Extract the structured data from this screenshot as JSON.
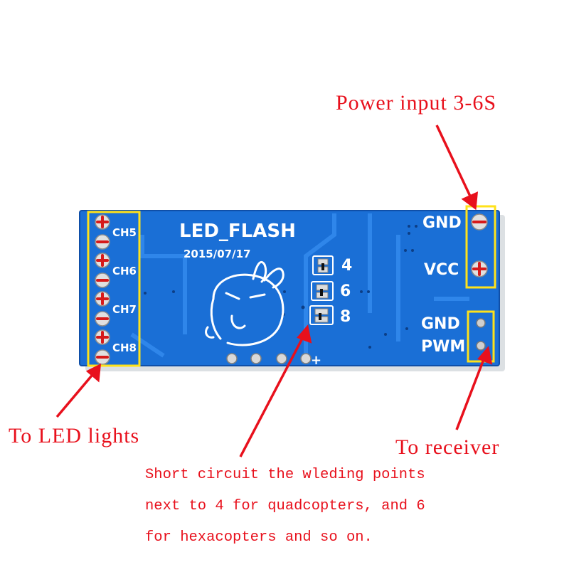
{
  "labels": {
    "power_input": "Power input 3-6S",
    "to_led_lights": "To LED lights",
    "to_receiver": "To receiver",
    "note_lines": [
      "Short circuit the wleding points",
      "next to 4 for quadcopters, and 6",
      "for hexacopters and so on."
    ]
  },
  "board": {
    "title": "LED_FLASH",
    "date": "2015/07/17",
    "channels": [
      "CH5",
      "CH6",
      "CH7",
      "CH8"
    ],
    "power_pins": [
      "GND",
      "VCC"
    ],
    "signal_pins": [
      "GND",
      "PWM"
    ],
    "jumper_labels": [
      "4",
      "6",
      "8"
    ],
    "plus_mark": "+",
    "pcb_color": "#1a6fd6",
    "highlight_color": "#ffe21a",
    "annotation_color": "#e8101c"
  }
}
